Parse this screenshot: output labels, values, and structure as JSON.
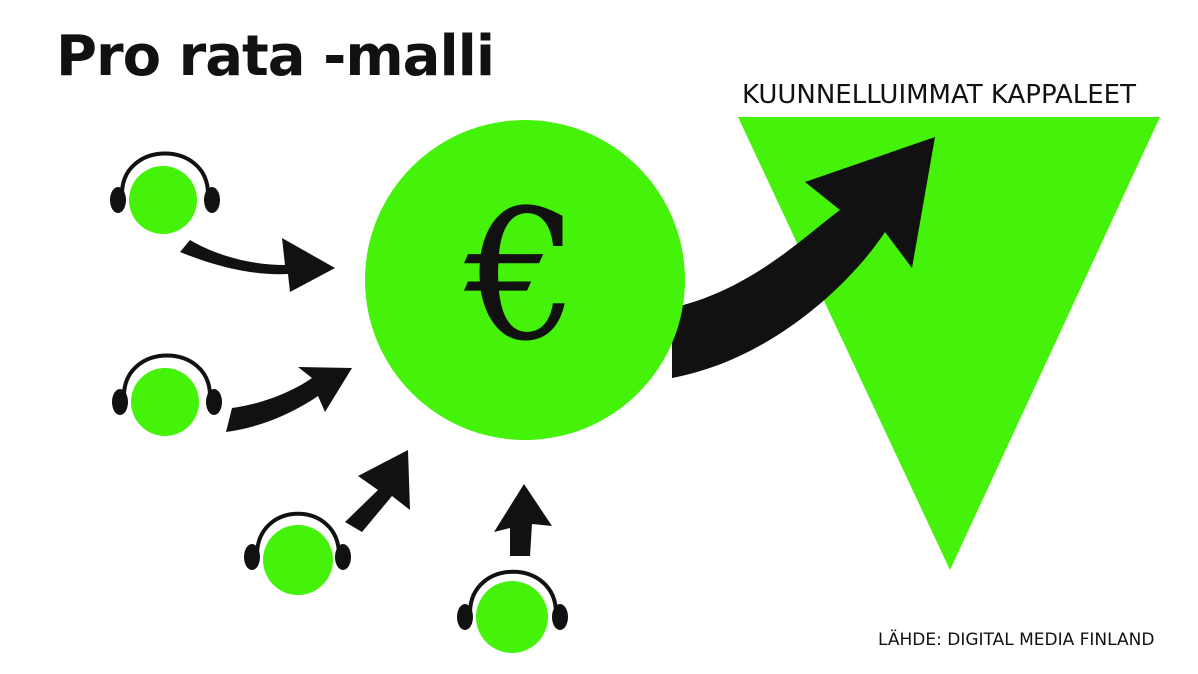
{
  "title": "Pro rata -malli",
  "triangle_label": "KUUNNELLUIMMAT KAPPALEET",
  "currency_symbol": "€",
  "source": "LÄHDE: DIGITAL MEDIA FINLAND",
  "colors": {
    "accent": "#44f20a",
    "ink": "#111111",
    "background": "#ffffff"
  },
  "icons": {
    "listener": "headphones-listener-icon",
    "arrow": "flow-arrow-icon",
    "pool": "euro-coin-icon"
  }
}
